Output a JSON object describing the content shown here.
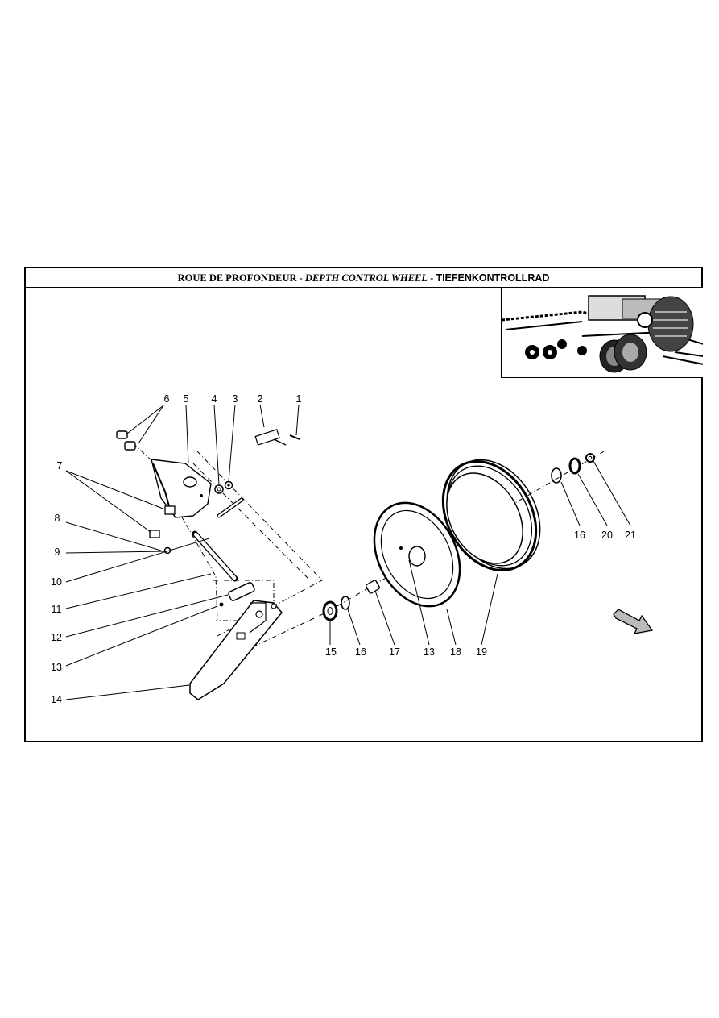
{
  "header": {
    "title_fr": "ROUE DE PROFONDEUR",
    "sep1": " - ",
    "title_en": "DEPTH CONTROL WHEEL",
    "sep2": " - ",
    "title_de": "TIEFENKONTROLLRAD"
  },
  "inset": {
    "description_icon": "machine-overview-image"
  },
  "direction_arrow": {
    "icon": "arrow-right-down-icon"
  },
  "callouts": [
    {
      "id": "c1",
      "text": "1"
    },
    {
      "id": "c2",
      "text": "2"
    },
    {
      "id": "c3",
      "text": "3"
    },
    {
      "id": "c4",
      "text": "4"
    },
    {
      "id": "c5",
      "text": "5"
    },
    {
      "id": "c6",
      "text": "6"
    },
    {
      "id": "c7",
      "text": "7"
    },
    {
      "id": "c8",
      "text": "8"
    },
    {
      "id": "c9",
      "text": "9"
    },
    {
      "id": "c10",
      "text": "10"
    },
    {
      "id": "c11",
      "text": "11"
    },
    {
      "id": "c12",
      "text": "12"
    },
    {
      "id": "c13a",
      "text": "13"
    },
    {
      "id": "c14",
      "text": "14"
    },
    {
      "id": "c15",
      "text": "15"
    },
    {
      "id": "c16a",
      "text": "16"
    },
    {
      "id": "c17",
      "text": "17"
    },
    {
      "id": "c13b",
      "text": "13"
    },
    {
      "id": "c18",
      "text": "18"
    },
    {
      "id": "c19",
      "text": "19"
    },
    {
      "id": "c16b",
      "text": "16"
    },
    {
      "id": "c20",
      "text": "20"
    },
    {
      "id": "c21",
      "text": "21"
    }
  ]
}
